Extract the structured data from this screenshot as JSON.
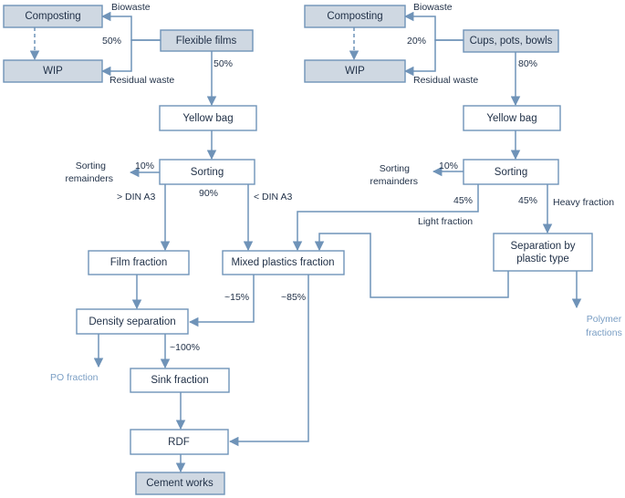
{
  "left": {
    "composting": "Composting",
    "wip": "WIP",
    "biowaste": "Biowaste",
    "residual_waste": "Residual waste",
    "pct_50_a": "50%",
    "flexible_films": "Flexible films",
    "pct_50_b": "50%",
    "yellow_bag": "Yellow bag",
    "sorting_remainders_1": "Sorting",
    "sorting_remainders_2": "remainders",
    "pct_10": "10%",
    "sorting": "Sorting",
    "gt_din": "> DIN A3",
    "pct_90": "90%",
    "lt_din": "< DIN A3",
    "film_fraction": "Film fraction",
    "mixed_plastics": "Mixed plastics fraction",
    "pct_15": "~15%",
    "pct_85": "~85%",
    "density_separation": "Density separation",
    "pct_100": "~100%",
    "po_fraction": "PO fraction",
    "sink_fraction": "Sink fraction",
    "rdf": "RDF",
    "cement_works": "Cement works"
  },
  "right": {
    "composting": "Composting",
    "wip": "WIP",
    "biowaste": "Biowaste",
    "residual_waste": "Residual waste",
    "pct_20": "20%",
    "cups": "Cups, pots, bowls",
    "pct_80": "80%",
    "yellow_bag": "Yellow bag",
    "sorting_remainders_1": "Sorting",
    "sorting_remainders_2": "remainders",
    "pct_10": "10%",
    "sorting": "Sorting",
    "pct_45_a": "45%",
    "pct_45_b": "45%",
    "light_fraction": "Light fraction",
    "heavy_fraction": "Heavy fraction",
    "separation_1": "Separation by",
    "separation_2": "plastic type",
    "polymer_1": "Polymer",
    "polymer_2": "fractions"
  }
}
